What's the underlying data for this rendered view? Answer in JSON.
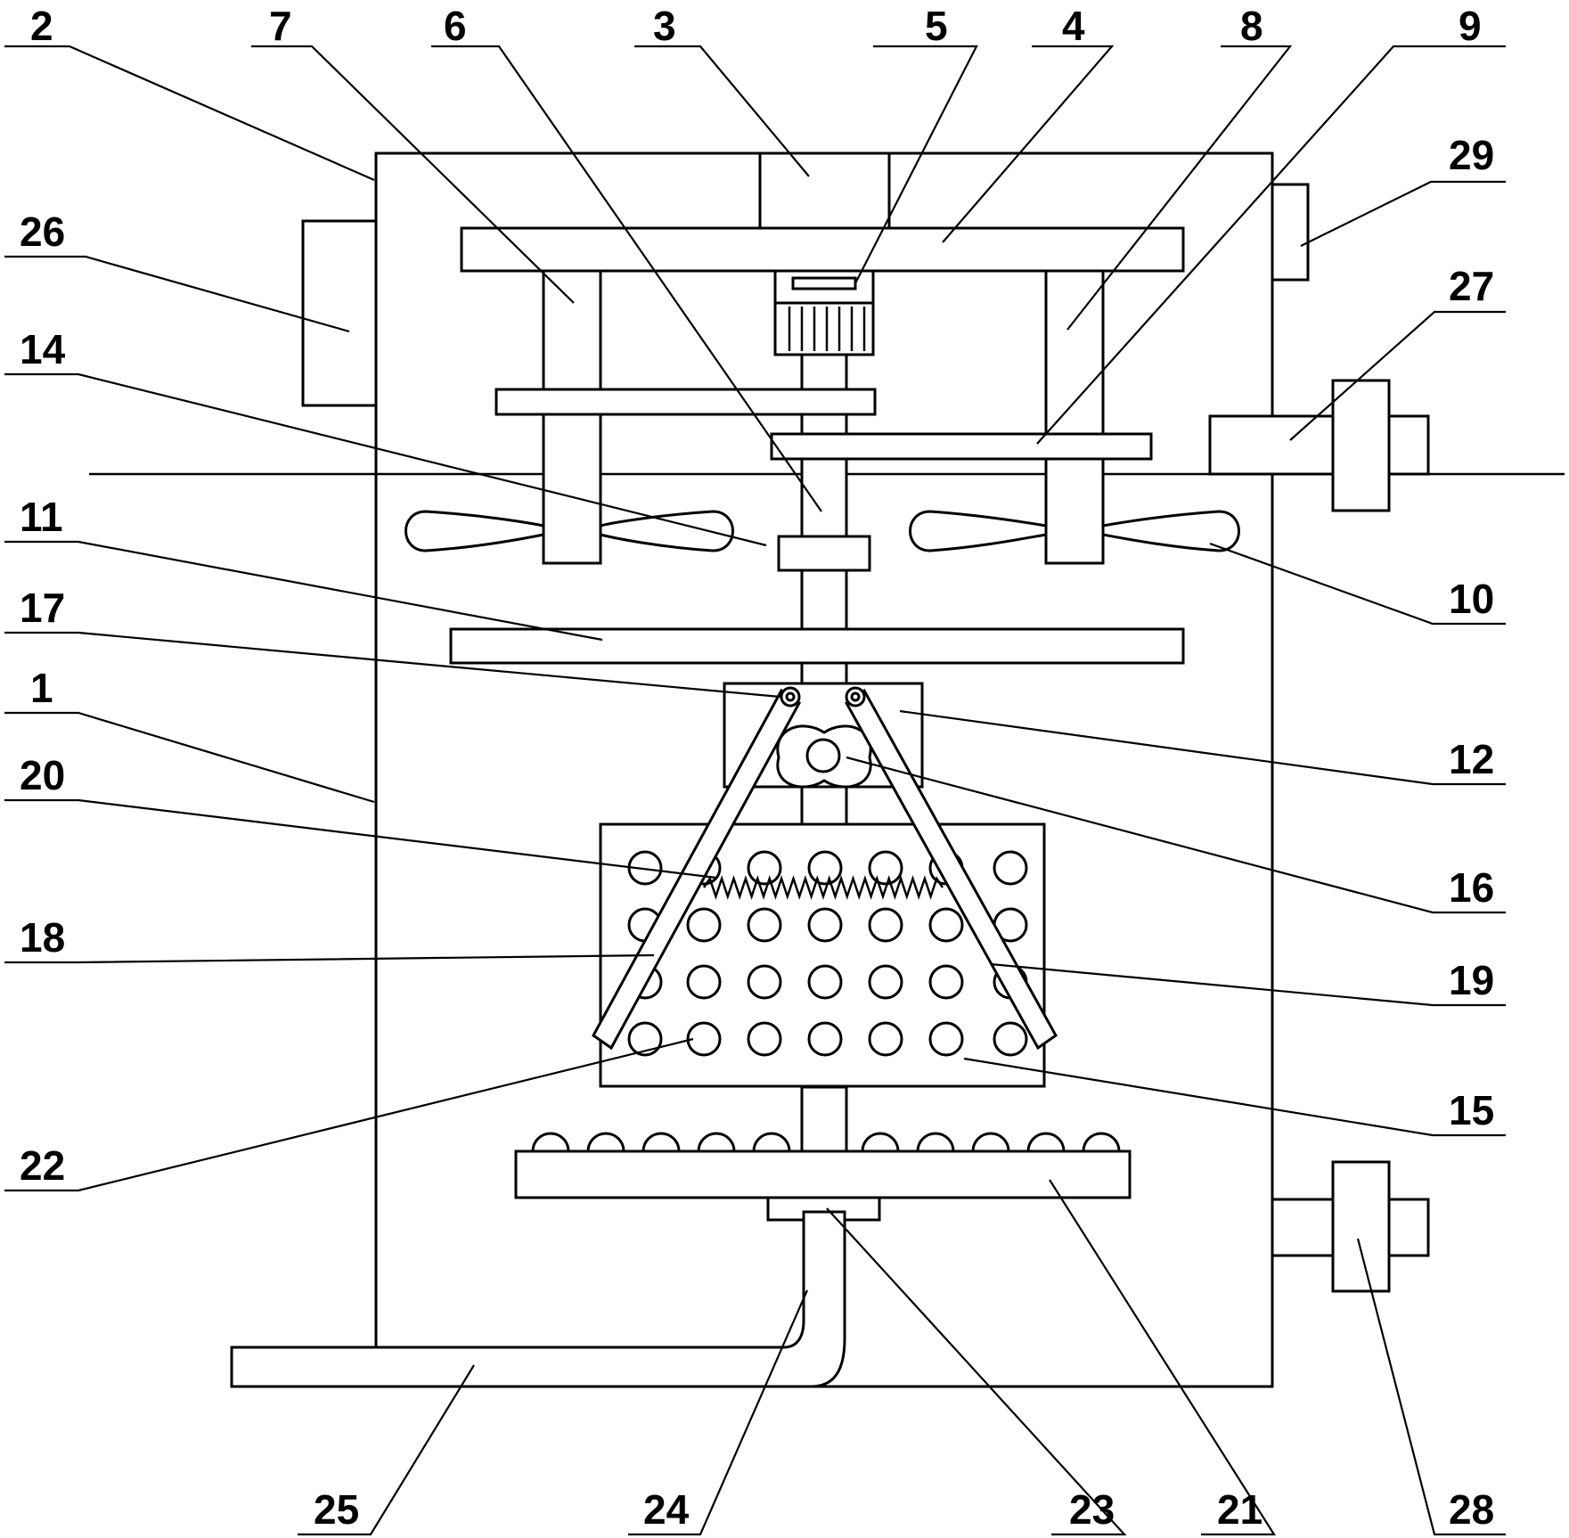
{
  "labels": {
    "l1": "1",
    "l2": "2",
    "l3": "3",
    "l4": "4",
    "l5": "5",
    "l6": "6",
    "l7": "7",
    "l8": "8",
    "l9": "9",
    "l10": "10",
    "l11": "11",
    "l12": "12",
    "l14": "14",
    "l15": "15",
    "l16": "16",
    "l17": "17",
    "l18": "18",
    "l19": "19",
    "l20": "20",
    "l21": "21",
    "l22": "22",
    "l23": "23",
    "l24": "24",
    "l25": "25",
    "l26": "26",
    "l27": "27",
    "l28": "28",
    "l29": "29"
  }
}
